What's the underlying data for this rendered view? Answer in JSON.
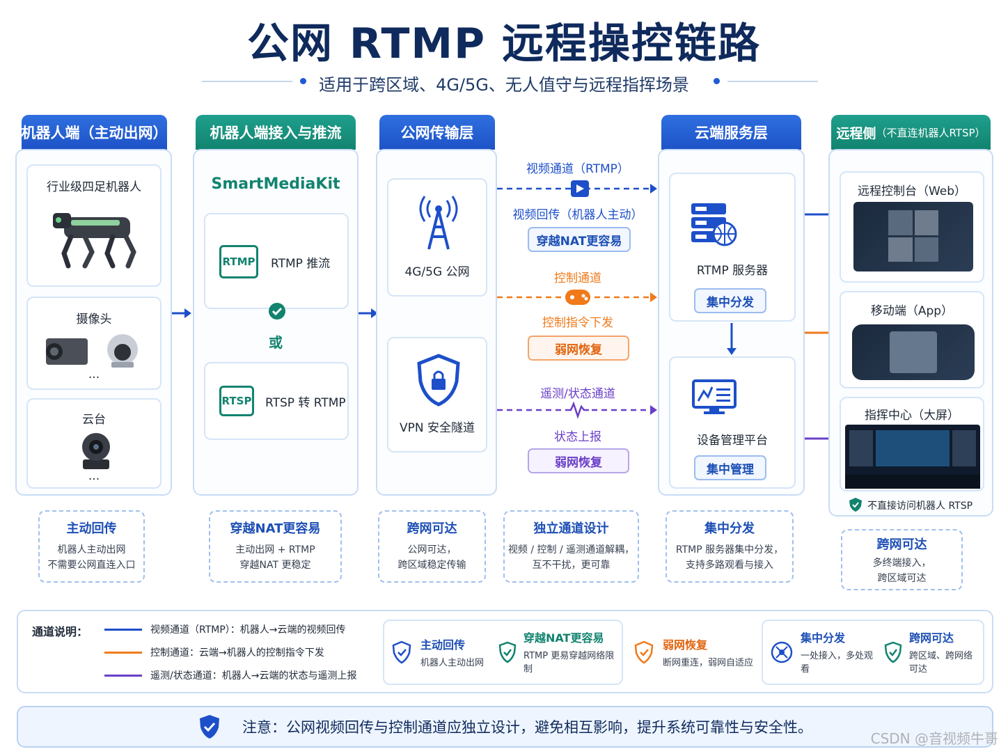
{
  "title": "公网 RTMP 远程操控链路",
  "subtitle": "适用于跨区域、4G/5G、无人值守与远程指挥场景",
  "columns": {
    "robot": {
      "header": "机器人端（主动出网）",
      "items": [
        "行业级四足机器人",
        "摄像头",
        "云台"
      ],
      "ellipsis": "..."
    },
    "access": {
      "header": "机器人端接入与推流",
      "brand": "SmartMediaKit",
      "rtmp_badge": "RTMP",
      "rtmp_label": "RTMP 推流",
      "or_label": "或",
      "rtsp_badge": "RTSP",
      "rtsp_label": "RTSP 转 RTMP"
    },
    "transport": {
      "header": "公网传输层",
      "items": [
        "4G/5G 公网",
        "VPN 安全隧道"
      ]
    },
    "cloud": {
      "header": "云端服务层",
      "server_label": "RTMP 服务器",
      "server_tag": "集中分发",
      "mgmt_label": "设备管理平台",
      "mgmt_tag": "集中管理"
    },
    "remote": {
      "header": "远程侧",
      "header_note": "（不直连机器人RTSP）",
      "items": [
        "远程控制台（Web）",
        "移动端（App）",
        "指挥中心（大屏）"
      ],
      "footnote": "不直接访问机器人 RTSP"
    }
  },
  "channels": {
    "video": {
      "title": "视频通道（RTMP）",
      "sub": "视频回传（机器人主动）",
      "tag": "穿越NAT更容易",
      "color": "#1d4fc9"
    },
    "control": {
      "title": "控制通道",
      "sub": "控制指令下发",
      "tag": "弱网恢复",
      "color": "#f07a1a"
    },
    "telemetry": {
      "title": "遥测/状态通道",
      "sub": "状态上报",
      "tag": "弱网恢复",
      "color": "#6a3fc7"
    }
  },
  "features": [
    {
      "title": "主动回传",
      "desc": [
        "机器人主动出网",
        "不需要公网直连入口"
      ]
    },
    {
      "title": "穿越NAT更容易",
      "desc": [
        "主动出网 + RTMP",
        "穿越NAT 更稳定"
      ]
    },
    {
      "title": "跨网可达",
      "desc": [
        "公网可达，",
        "跨区域稳定传输"
      ]
    },
    {
      "title": "独立通道设计",
      "desc": [
        "视频 / 控制 / 遥测通道解耦，",
        "互不干扰，更可靠"
      ]
    },
    {
      "title": "集中分发",
      "desc": [
        "RTMP 服务器集中分发，",
        "支持多路观看与接入"
      ]
    },
    {
      "title": "跨网可达",
      "desc": [
        "多终端接入，",
        "跨区域可达"
      ]
    }
  ],
  "legend": {
    "title": "通道说明：",
    "rows": [
      {
        "text": "视频通道（RTMP）：机器人→云端的视频回传",
        "color": "#1d4fc9"
      },
      {
        "text": "控制通道：云端→机器人的控制指令下发",
        "color": "#f07a1a"
      },
      {
        "text": "遥测/状态通道：机器人→云端的状态与遥测上报",
        "color": "#6a3fc7"
      }
    ],
    "benefits": [
      {
        "title": "主动回传",
        "desc": [
          "机器人主动出网"
        ],
        "icon": "shield-icon"
      },
      {
        "title": "穿越NAT更容易",
        "desc": [
          "RTMP 更易穿越网络限制"
        ],
        "icon": "shield-check-icon"
      },
      {
        "title": "弱网恢复",
        "desc": [
          "断网重连，弱网自适应"
        ],
        "icon": "shield-check-icon"
      },
      {
        "title": "集中分发",
        "desc": [
          "一处接入，多处观看"
        ],
        "icon": "hub-icon"
      },
      {
        "title": "跨网可达",
        "desc": [
          "跨区域、跨网络",
          "可达"
        ],
        "icon": "shield-check-icon"
      }
    ]
  },
  "note": "注意：公网视频回传与控制通道应独立设计，避免相互影响，提升系统可靠性与安全性。",
  "watermark": "CSDN @音视频牛哥"
}
